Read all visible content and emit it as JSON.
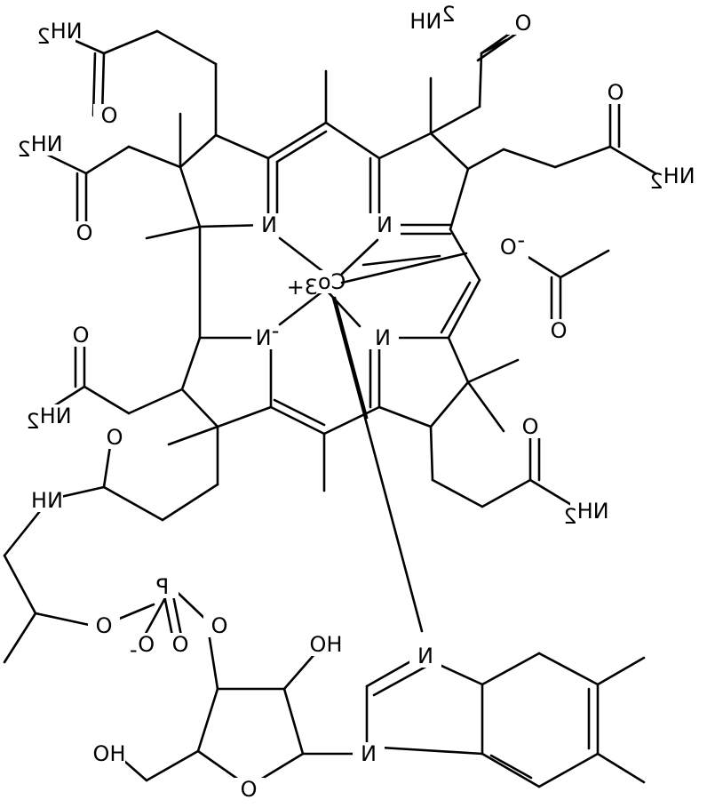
{
  "molecule": {
    "center_ion": "Co",
    "center_charge": "3+",
    "ring_nitrogen": "N",
    "ring_anion_nitrogen": "N",
    "ring_anion_charge": "-",
    "amide_group": "NH",
    "amide_subscript": "2",
    "amine_linker": "NH",
    "carbonyl_oxygen": "O",
    "acetate_oxygen": "O",
    "acetate_charge": "-",
    "phosphate_atom": "P",
    "phosphate_oxygen": "O",
    "phosphate_charge": "-",
    "hydroxyl": "HO",
    "ring_oxygen": "O",
    "benzimidazole_nitrogen": "N"
  }
}
